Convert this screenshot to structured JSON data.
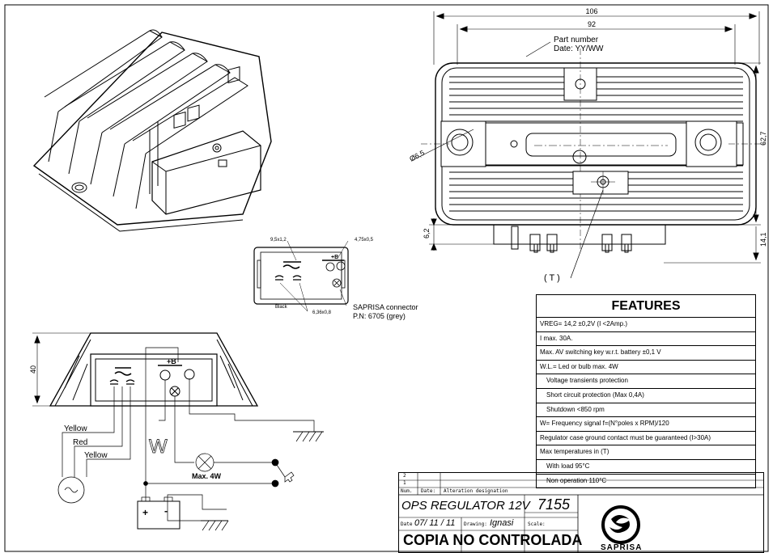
{
  "dimensions": {
    "width_overall": "106",
    "width_inner": "92",
    "height_right": "62,7",
    "hole_dia": "Ø6,5",
    "lower_right": "14,1",
    "lower_left": "6,2",
    "side_height": "40"
  },
  "annotations": {
    "part_number": "Part number",
    "date_code": "Date: YY/WW",
    "terminal_t": "( T )"
  },
  "connector": {
    "dim_a": "9,5x1,2",
    "dim_b": "4,75x0,5",
    "dim_c": "6,36x0,8",
    "plus_b": "+B",
    "color_label": "Black",
    "name": "SAPRISA connector",
    "pn": "P.N: 6705 (grey)"
  },
  "wiring": {
    "yellow_1": "Yellow",
    "red": "Red",
    "yellow_2": "Yellow",
    "w_label": "W",
    "lamp": "Max. 4W",
    "plus": "+",
    "minus": "-",
    "plus_b": "+B"
  },
  "features": {
    "title": "FEATURES",
    "rows": [
      {
        "text": "VREG= 14,2 ±0,2V (I <2Amp.)",
        "indent": false
      },
      {
        "text": "I max. 30A.",
        "indent": false
      },
      {
        "text": "Max. AV switching key w.r.t. battery  ±0,1 V",
        "indent": false
      },
      {
        "text": "W.L.= Led or bulb max. 4W",
        "indent": false
      },
      {
        "text": "Voltage transients protection",
        "indent": true
      },
      {
        "text": "Short circuit protection (Max 0,4A)",
        "indent": true
      },
      {
        "text": "Shutdown <850 rpm",
        "indent": true
      },
      {
        "text": "W= Frequency signal f=(N°poles x RPM)/120",
        "indent": false
      },
      {
        "text": "Regulator case ground contact must be guaranteed (I>30A)",
        "indent": false
      },
      {
        "text": "Max temperatures in (T)",
        "indent": false
      },
      {
        "text": "With load 95°C",
        "indent": true
      },
      {
        "text": "Non operation 110°C",
        "indent": true
      }
    ]
  },
  "title_block": {
    "rev_2": "2",
    "rev_1": "1",
    "num_label": "Num.",
    "date_label": "Date:",
    "alteration_label": "Alteration designation",
    "product": "OPS REGULATOR 12V",
    "code": "7155",
    "date_prefix": "Date",
    "date_value": "07/ 11 / 11",
    "drawing_label": "Drawing:",
    "drawer": "Ignasi",
    "scale_label": "Scale:",
    "stamp": "COPIA NO CONTROLADA",
    "brand": "SAPRISA"
  }
}
